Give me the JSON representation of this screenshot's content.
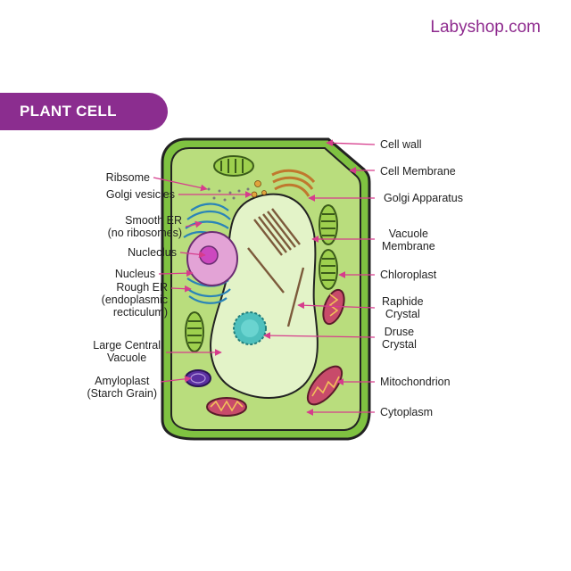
{
  "brand": "Labyshop.com",
  "title": "PLANT CELL",
  "labels_left": {
    "ribosome": "Ribsome",
    "golgi_vesicles": "Golgi vesicles",
    "smooth_er_1": "Smooth ER",
    "smooth_er_2": "(no ribosomes)",
    "nucleolus": "Nucleolus",
    "nucleus": "Nucleus",
    "rough_er_1": "Rough ER",
    "rough_er_2": "(endoplasmic",
    "rough_er_3": "recticulum)",
    "vacuole_1": "Large Central",
    "vacuole_2": "Vacuole",
    "amyloplast_1": "Amyloplast",
    "amyloplast_2": "(Starch Grain)"
  },
  "labels_right": {
    "cell_wall": "Cell wall",
    "cell_membrane": "Cell Membrane",
    "golgi_apparatus": "Golgi Apparatus",
    "vacuole_membrane_1": "Vacuole",
    "vacuole_membrane_2": "Membrane",
    "chloroplast": "Chloroplast",
    "raphide_1": "Raphide",
    "raphide_2": "Crystal",
    "druse_1": "Druse",
    "druse_2": "Crystal",
    "mitochondrion": "Mitochondrion",
    "cytoplasm": "Cytoplasm"
  },
  "colors": {
    "brand": "#8e2a8e",
    "banner": "#8b2d8f",
    "leader": "#d63c8c",
    "cell_wall": "#7fc241",
    "cytoplasm": "#b9dd7d",
    "vacuole": "#e3f3c8",
    "nucleus": "#e3a3d6",
    "nucleolus": "#cc48bf",
    "mitochondrion": "#c84b6a",
    "chloroplast": "#6f9a2e",
    "amyloplast": "#5a2fa0",
    "druse": "#4ec0bd",
    "raphide": "#7c5a3b"
  }
}
